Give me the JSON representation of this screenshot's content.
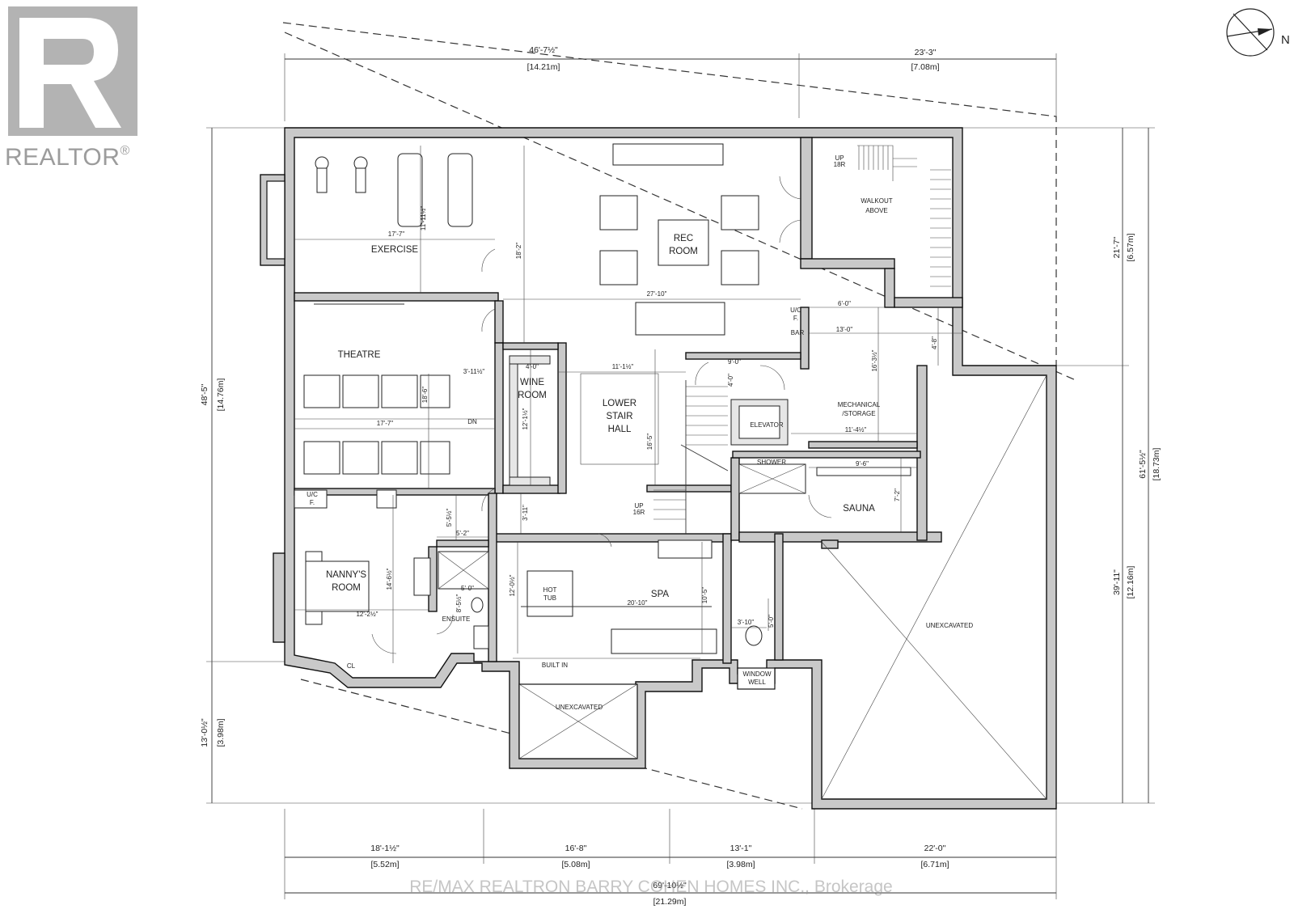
{
  "logo": {
    "text": "REALTOR",
    "mark": "®",
    "color": "#b3b3b3"
  },
  "compass": {
    "label": "N"
  },
  "watermark": "RE/MAX REALTRON BARRY COHEN HOMES INC., Brokerage",
  "rooms": {
    "exercise": "EXERCISE",
    "rec_room": [
      "REC",
      "ROOM"
    ],
    "walkout": [
      "WALKOUT",
      "ABOVE"
    ],
    "theatre": "THEATRE",
    "wine_room": [
      "WINE",
      "ROOM"
    ],
    "lower_stair_hall": [
      "LOWER",
      "STAIR",
      "HALL"
    ],
    "elevator": "ELEVATOR",
    "mechanical": [
      "MECHANICAL",
      "/STORAGE"
    ],
    "shower": "SHOWER",
    "sauna": "SAUNA",
    "nannys_room": [
      "NANNY'S",
      "ROOM"
    ],
    "ensuite": "ENSUITE",
    "hot_tub": [
      "HOT",
      "TUB"
    ],
    "spa": "SPA",
    "built_in": "BUILT IN",
    "unexcavated_left": "UNEXCAVATED",
    "unexcavated_right": "UNEXCAVATED",
    "window_well": [
      "WINDOW",
      "WELL"
    ],
    "bar": "BAR",
    "uc_bar": [
      "U/C",
      "F."
    ],
    "uc_nanny": [
      "U/C",
      "F."
    ],
    "cl": "CL",
    "dn": "DN",
    "up_18r": [
      "UP",
      "18R"
    ],
    "up_16r": [
      "UP",
      "16R"
    ]
  },
  "outer_dims": {
    "top_left": {
      "ft": "46'-7½\"",
      "m": "[14.21m]"
    },
    "top_right": {
      "ft": "23'-3\"",
      "m": "[7.08m]"
    },
    "left_upper": {
      "ft": "48'-5\"",
      "m": "[14.76m]"
    },
    "left_lower": {
      "ft": "13'-0½\"",
      "m": "[3.98m]"
    },
    "right_upper": {
      "ft": "21'-7\"",
      "m": "[6.57m]"
    },
    "right_lower": {
      "ft": "39'-11\"",
      "m": "[12.16m]"
    },
    "right_total": {
      "ft": "61'-5½\"",
      "m": "[18.73m]"
    },
    "bottom_1": {
      "ft": "18'-1½\"",
      "m": "[5.52m]"
    },
    "bottom_2": {
      "ft": "16'-8\"",
      "m": "[5.08m]"
    },
    "bottom_3": {
      "ft": "13'-1\"",
      "m": "[3.98m]"
    },
    "bottom_4": {
      "ft": "22'-0\"",
      "m": "[6.71m]"
    },
    "bottom_total": {
      "ft": "69'-10½\"",
      "m": "[21.29m]"
    }
  },
  "inner_dims": {
    "exercise_w": "17'-7\"",
    "exercise_h": "11'-11½\"",
    "rec_h": "18'-2\"",
    "rec_w": "27'-10\"",
    "bar_6": "6'-0\"",
    "bar_13": "13'-0\"",
    "mech_h": "16'-3½\"",
    "mech_4": "4'-8\"",
    "mech_w": "11'-4½\"",
    "theatre_3": "3'-11½\"",
    "theatre_h": "18'-6\"",
    "theatre_w": "17'-7\"",
    "wine_4": "4'-0\"",
    "wine_h": "12'-1½\"",
    "hall_w": "11'-1½\"",
    "hall_h": "16'-5\"",
    "elev_9": "9'-0\"",
    "elev_4": "4'-0\"",
    "sauna_w": "9'-6\"",
    "sauna_h": "7'-2\"",
    "nanny_55": "5'-5½\"",
    "nanny_52": "5'-2\"",
    "stair_3": "3'-11\"",
    "nanny_h": "14'-6½\"",
    "nanny_w": "12'-2½\"",
    "ensuite_5": "5'-0\"",
    "ensuite_8": "8'-5½\"",
    "spa_h": "12'-0½\"",
    "spa_w": "20'-10\"",
    "spa_10": "10'-5\"",
    "wc_3": "3'-10\"",
    "wc_5": "5'-0\""
  }
}
